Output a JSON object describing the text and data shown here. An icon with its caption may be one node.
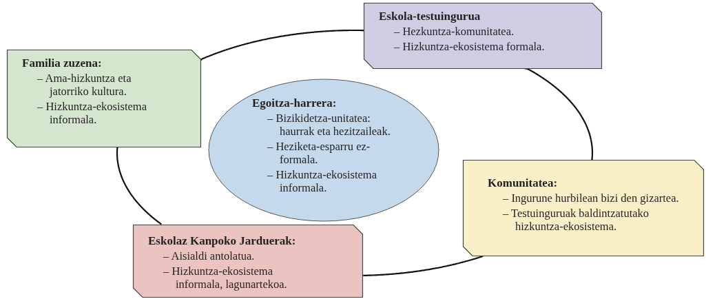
{
  "diagram": {
    "nodes": [
      {
        "text": [
          "Eskola-testuingurua",
          "– Hezkuntza-komunitatea.",
          "– Hizkuntza-ekosistema formala."
        ]
      },
      {
        "text": [
          "Familia zuzena:",
          "– Ama-hizkuntza eta jatorriko kultura.",
          "– Hizkuntza-ekosistema informala."
        ]
      },
      {
        "text": [
          "Egoitza-harrera:",
          "– Bizikidetza-unitatea: haurrak eta hezitzaileak.",
          "– Heziketa-esparru ez-formala.",
          "– Hizkuntza-ekosistema informala."
        ]
      },
      {
        "text": [
          "Komunitatea:",
          "– Ingurune hurbilean bizi den gizartea.",
          "– Testuinguruak baldintzatutako hizkuntza-ekosistema."
        ]
      },
      {
        "text": [
          "Eskolaz Kanpoko Jarduerak:",
          "– Aisialdi antolatua.",
          "– Hizkuntza-ekosistema informala, lagunartekoa."
        ]
      }
    ],
    "edges": [
      {
        "from": 1,
        "to": 0,
        "arrow": "none"
      },
      {
        "from": 0,
        "to": 3,
        "arrow": "none"
      },
      {
        "from": 3,
        "to": 4,
        "arrow": "none"
      },
      {
        "from": 4,
        "to": 1,
        "arrow": "none"
      }
    ]
  }
}
